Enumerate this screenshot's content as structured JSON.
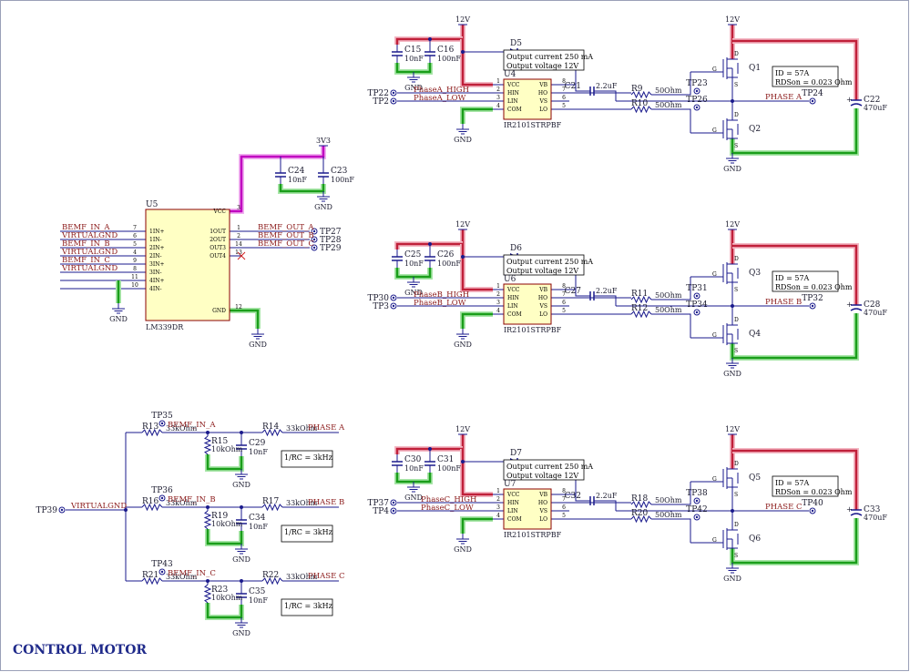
{
  "title": "CONTROL MOTOR",
  "nets": {
    "v12": "12V",
    "v3v3": "3V3",
    "gnd": "GND",
    "virtualgnd": "VIRTUALGND",
    "phase_a": "PHASE A",
    "phase_b": "PHASE B",
    "phase_c": "PHASE C",
    "bemf_in_a": "BEMF_IN_A",
    "bemf_in_b": "BEMF_IN_B",
    "bemf_in_c": "BEMF_IN_C",
    "bemf_out_a": "BEMF_OUT_A",
    "bemf_out_b": "BEMF_OUT_B",
    "bemf_out_c": "BEMF_OUT_C"
  },
  "comparator": {
    "ref": "U5",
    "part": "LM339DR",
    "left_pins": [
      {
        "num": "7",
        "name": "1IN+",
        "net": "BEMF_IN_A"
      },
      {
        "num": "6",
        "name": "1IN-",
        "net": "VIRTUALGND"
      },
      {
        "num": "5",
        "name": "2IN+",
        "net": "BEMF_IN_B"
      },
      {
        "num": "4",
        "name": "2IN-",
        "net": "VIRTUALGND"
      },
      {
        "num": "9",
        "name": "3IN+",
        "net": "BEMF_IN_C"
      },
      {
        "num": "8",
        "name": "3IN-",
        "net": "VIRTUALGND"
      },
      {
        "num": "11",
        "name": "4IN+",
        "net": ""
      },
      {
        "num": "10",
        "name": "4IN-",
        "net": ""
      }
    ],
    "right_pins": [
      {
        "num": "3",
        "name": "VCC"
      },
      {
        "num": "1",
        "name": "1OUT"
      },
      {
        "num": "2",
        "name": "2OUT"
      },
      {
        "num": "14",
        "name": "OUT3"
      },
      {
        "num": "13",
        "name": "OUT4"
      },
      {
        "num": "12",
        "name": "GND"
      }
    ],
    "outputs": [
      {
        "net": "BEMF_OUT_A",
        "tp": "TP27"
      },
      {
        "net": "BEMF_OUT_B",
        "tp": "TP28"
      },
      {
        "net": "BEMF_OUT_C",
        "tp": "TP29"
      }
    ],
    "caps": [
      {
        "ref": "C24",
        "value": "10nF"
      },
      {
        "ref": "C23",
        "value": "100nF"
      }
    ]
  },
  "driver_pins": {
    "left": [
      {
        "num": "1",
        "name": "VCC"
      },
      {
        "num": "2",
        "name": "HIN"
      },
      {
        "num": "3",
        "name": "LIN"
      },
      {
        "num": "4",
        "name": "COM"
      }
    ],
    "right": [
      {
        "num": "8",
        "name": "VB"
      },
      {
        "num": "7",
        "name": "HO"
      },
      {
        "num": "6",
        "name": "VS"
      },
      {
        "num": "5",
        "name": "LO"
      }
    ]
  },
  "drivers": [
    {
      "ref": "U4",
      "part": "IR2101STRPBF",
      "diode": "D5",
      "note": [
        "Output current 250 mA",
        "Output voltage 12V"
      ],
      "cap_a": {
        "ref": "C15",
        "value": "10nF"
      },
      "cap_b": {
        "ref": "C16",
        "value": "100nF"
      },
      "boot_cap": {
        "ref": "C21",
        "value": "2.2uF"
      },
      "tp_high": "TP22",
      "tp_low": "TP2",
      "in_high": "PhaseA_HIGH",
      "in_low": "PhaseA_LOW",
      "r_high": {
        "ref": "R9",
        "value": "50Ohm"
      },
      "r_low": {
        "ref": "R10",
        "value": "50Ohm"
      },
      "tp_gate_high": "TP23",
      "tp_gate_low": "TP26",
      "q_high": "Q1",
      "q_low": "Q2",
      "fet_note": [
        "ID = 57A",
        "RDSon = 0.023 Ohm"
      ],
      "phase_net": "PHASE A",
      "phase_tp": "TP24",
      "bulk_cap": {
        "ref": "C22",
        "value": "470uF"
      }
    },
    {
      "ref": "U6",
      "part": "IR2101STRPBF",
      "diode": "D6",
      "note": [
        "Output current 250 mA",
        "Output voltage 12V"
      ],
      "cap_a": {
        "ref": "C25",
        "value": "10nF"
      },
      "cap_b": {
        "ref": "C26",
        "value": "100nF"
      },
      "boot_cap": {
        "ref": "C27",
        "value": "2.2uF"
      },
      "tp_high": "TP30",
      "tp_low": "TP3",
      "in_high": "PhaseB_HIGH",
      "in_low": "PhaseB_LOW",
      "r_high": {
        "ref": "R11",
        "value": "50Ohm"
      },
      "r_low": {
        "ref": "R12",
        "value": "50Ohm"
      },
      "tp_gate_high": "TP31",
      "tp_gate_low": "TP34",
      "q_high": "Q3",
      "q_low": "Q4",
      "fet_note": [
        "ID = 57A",
        "RDSon = 0.023 Ohm"
      ],
      "phase_net": "PHASE B",
      "phase_tp": "TP32",
      "bulk_cap": {
        "ref": "C28",
        "value": "470uF"
      }
    },
    {
      "ref": "U7",
      "part": "IR2101STRPBF",
      "diode": "D7",
      "note": [
        "Output current 250 mA",
        "Output voltage 12V"
      ],
      "cap_a": {
        "ref": "C30",
        "value": "10nF"
      },
      "cap_b": {
        "ref": "C31",
        "value": "100nF"
      },
      "boot_cap": {
        "ref": "C32",
        "value": "2.2uF"
      },
      "tp_high": "TP37",
      "tp_low": "TP4",
      "in_high": "PhaseC_HIGH",
      "in_low": "PhaseC_LOW",
      "r_high": {
        "ref": "R18",
        "value": "50Ohm"
      },
      "r_low": {
        "ref": "R20",
        "value": "50Ohm"
      },
      "tp_gate_high": "TP38",
      "tp_gate_low": "TP42",
      "q_high": "Q5",
      "q_low": "Q6",
      "fet_note": [
        "ID = 57A",
        "RDSon = 0.023 Ohm"
      ],
      "phase_net": "PHASE C",
      "phase_tp": "TP40",
      "bulk_cap": {
        "ref": "C33",
        "value": "470uF"
      }
    }
  ],
  "bemf_filters": [
    {
      "tp": "TP35",
      "net": "BEMF_IN_A",
      "r_in": {
        "ref": "R13",
        "value": "33kOhm"
      },
      "r_div": {
        "ref": "R15",
        "value": "10kOhm"
      },
      "cap": {
        "ref": "C29",
        "value": "10nF"
      },
      "r_phase": {
        "ref": "R14",
        "value": "33kOhm"
      },
      "phase": "PHASE A",
      "note": "1/RC = 3kHz"
    },
    {
      "tp": "TP36",
      "net": "BEMF_IN_B",
      "r_in": {
        "ref": "R16",
        "value": "33kOhm"
      },
      "r_div": {
        "ref": "R19",
        "value": "10kOhm"
      },
      "cap": {
        "ref": "C34",
        "value": "10nF"
      },
      "r_phase": {
        "ref": "R17",
        "value": "33kOhm"
      },
      "phase": "PHASE B",
      "note": "1/RC = 3kHz"
    },
    {
      "tp": "TP43",
      "net": "BEMF_IN_C",
      "r_in": {
        "ref": "R21",
        "value": "33kOhm"
      },
      "r_div": {
        "ref": "R23",
        "value": "10kOhm"
      },
      "cap": {
        "ref": "C35",
        "value": "10nF"
      },
      "r_phase": {
        "ref": "R22",
        "value": "33kOhm"
      },
      "phase": "PHASE C",
      "note": "1/RC = 3kHz"
    }
  ],
  "virtualgnd_tp": "TP39",
  "colors": {
    "wire": "#1a1a8c",
    "power": "#c0203a",
    "ground": "#1a9e1a",
    "supply3v3": "#c000c0",
    "highlight_power": "#f4b8c4",
    "highlight_gnd": "#a8e6a8",
    "highlight_3v3": "#f0b0f0",
    "part_fill": "#ffffc4",
    "part_stroke": "#8b0000",
    "net_text": "#8b1a1a",
    "title": "#1f2a8a"
  }
}
